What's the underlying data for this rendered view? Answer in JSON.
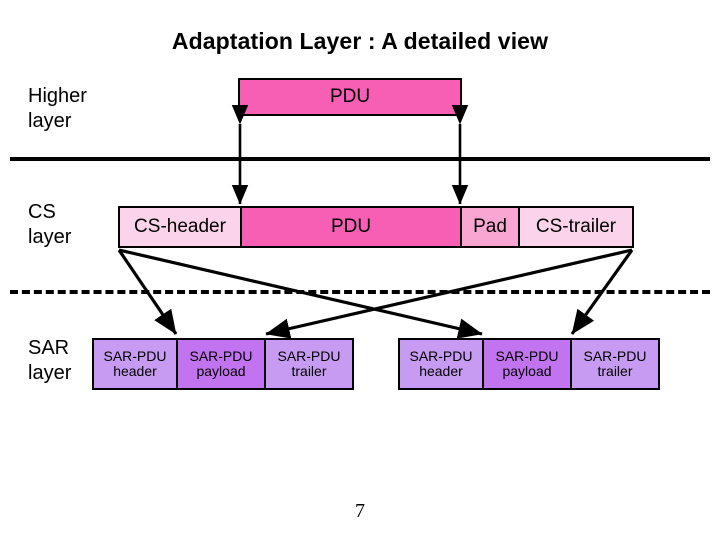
{
  "slide": {
    "title": "Adaptation Layer : A detailed view",
    "page_number": "7",
    "background_color": "#ffffff"
  },
  "layers": {
    "higher": {
      "label": "Higher\nlayer"
    },
    "cs": {
      "label": "CS\nlayer"
    },
    "sar": {
      "label": "SAR\nlayer"
    }
  },
  "boxes": {
    "higher_pdu": {
      "label": "PDU",
      "color": "#F75FB4"
    },
    "cs_header": {
      "label": "CS-header",
      "color": "#FBD3EB"
    },
    "cs_pdu": {
      "label": "PDU",
      "color": "#F75FB4"
    },
    "cs_pad": {
      "label": "Pad",
      "color": "#F9A6D2"
    },
    "cs_trailer": {
      "label": "CS-trailer",
      "color": "#FBD3EB"
    },
    "sar1_header": {
      "label": "SAR-PDU\nheader",
      "color": "#C79BF2"
    },
    "sar1_payload": {
      "label": "SAR-PDU\npayload",
      "color": "#C273EF"
    },
    "sar1_trailer": {
      "label": "SAR-PDU\ntrailer",
      "color": "#C79BF2"
    },
    "sar2_header": {
      "label": "SAR-PDU\nheader",
      "color": "#C79BF2"
    },
    "sar2_payload": {
      "label": "SAR-PDU\npayload",
      "color": "#C273EF"
    },
    "sar2_trailer": {
      "label": "SAR-PDU\ntrailer",
      "color": "#C79BF2"
    }
  },
  "dividers": {
    "higher_cs": {
      "style": "solid",
      "color": "#000000"
    },
    "cs_sar": {
      "style": "dashed",
      "color": "#000000"
    }
  }
}
